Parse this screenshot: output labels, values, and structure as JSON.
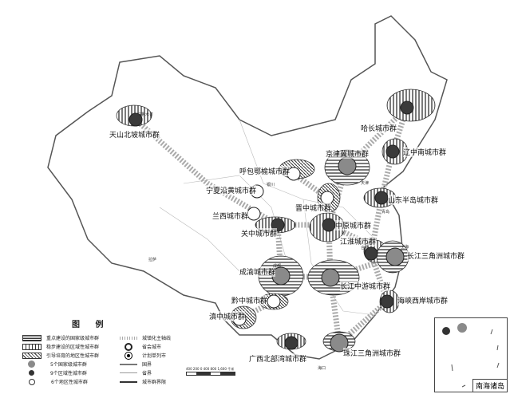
{
  "map": {
    "clusters": [
      {
        "name": "天山北坡城市群",
        "level": "regional"
      },
      {
        "name": "哈长城市群",
        "level": "regional"
      },
      {
        "name": "辽中南城市群",
        "level": "regional"
      },
      {
        "name": "京津冀城市群",
        "level": "national"
      },
      {
        "name": "呼包鄂榆城市群",
        "level": "local"
      },
      {
        "name": "宁夏沿黄城市群",
        "level": "local"
      },
      {
        "name": "晋中城市群",
        "level": "local"
      },
      {
        "name": "山东半岛城市群",
        "level": "regional"
      },
      {
        "name": "兰西城市群",
        "level": "local"
      },
      {
        "name": "关中城市群",
        "level": "regional"
      },
      {
        "name": "中原城市群",
        "level": "regional"
      },
      {
        "name": "江淮城市群",
        "level": "regional"
      },
      {
        "name": "长江三角洲城市群",
        "level": "national"
      },
      {
        "name": "成渝城市群",
        "level": "national"
      },
      {
        "name": "长江中游城市群",
        "level": "national"
      },
      {
        "name": "海峡西岸城市群",
        "level": "regional"
      },
      {
        "name": "黔中城市群",
        "level": "local"
      },
      {
        "name": "滇中城市群",
        "level": "local"
      },
      {
        "name": "广西北部湾城市群",
        "level": "regional"
      },
      {
        "name": "珠江三角洲城市群",
        "level": "national"
      }
    ],
    "cities": [
      "乌鲁木齐",
      "拉萨",
      "海口",
      "银川",
      "天津",
      "青岛",
      "上海",
      "合肥",
      "成都"
    ],
    "colors": {
      "national": "#8a8a8a",
      "regional": "#3a3a3a",
      "local": "#ffffff",
      "axis": "#b0b0b0"
    }
  },
  "legend": {
    "title": "图 例",
    "items": [
      "重点建设的国家级城市群",
      "稳步建设的区域性城市群",
      "引导培育的地区性城市群",
      "5个国家级城市群",
      "9个区域性城市群",
      "6个地区性城市群"
    ],
    "items2": [
      "城镇化主轴线",
      "省会城市",
      "计划单列市",
      "国界",
      "省界",
      "城市群界限"
    ],
    "scale": "400 200 0 400 800 1,600 千米"
  },
  "inset": {
    "title": "南海诸岛"
  }
}
